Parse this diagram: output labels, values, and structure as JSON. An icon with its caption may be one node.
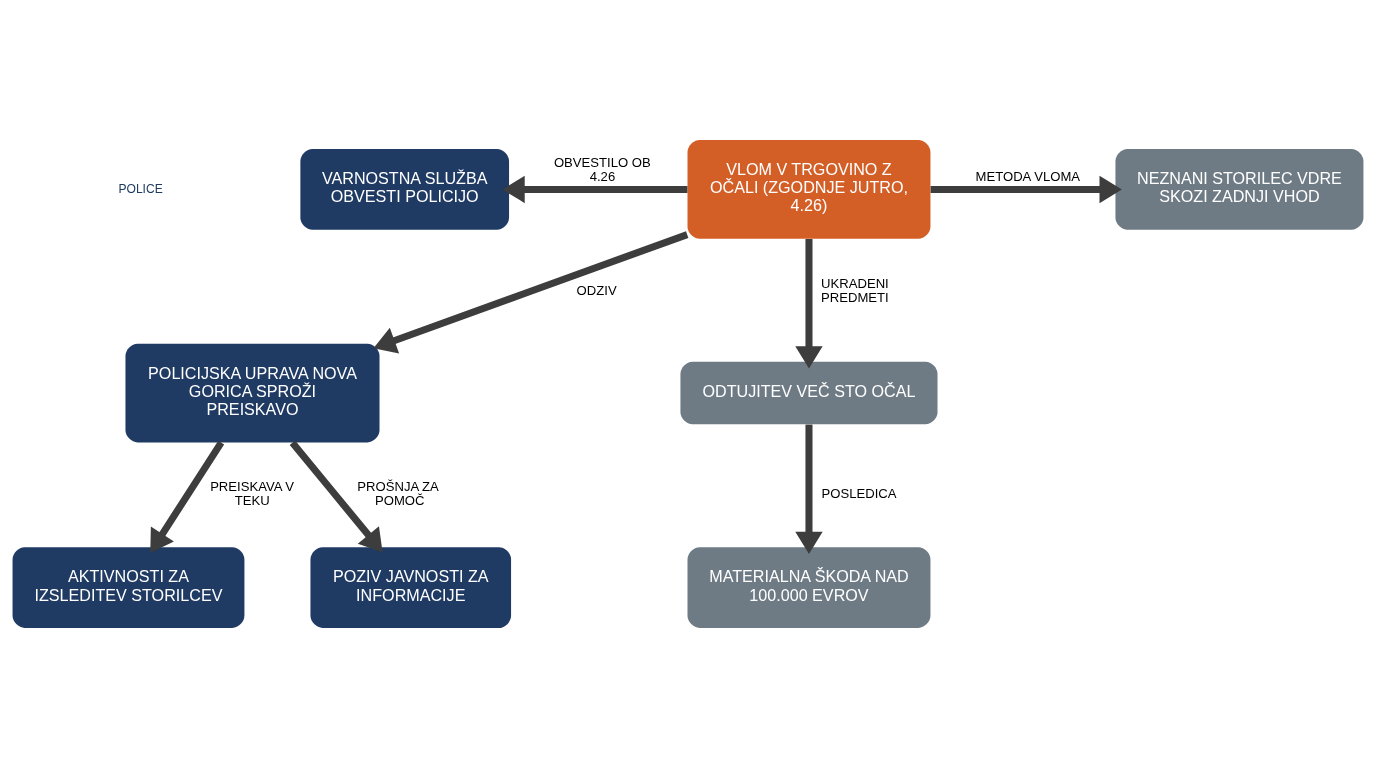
{
  "diagram": {
    "nodes": [
      {
        "text": [
          "VLOM V TRGOVINO Z OČALI (ZGODNJE JUTRO, 4.26)"
        ]
      },
      {
        "text": [
          "VARNOSTNA SLUŽBA OBVESTI POLICIJO"
        ]
      },
      {
        "text": [
          "NEZNANI STORILEC VDRE SKOZI ZADNJI VHOD"
        ]
      },
      {
        "text": [
          "ODTUJITEV VEČ STO OČAL"
        ]
      },
      {
        "text": [
          "POLICIJSKA UPRAVA NOVA GORICA SPROŽI PREISKAVO"
        ]
      },
      {
        "text": [
          "AKTIVNOSTI ZA IZSLEDITEV STORILCEV"
        ]
      },
      {
        "text": [
          "POZIV JAVNOSTI ZA INFORMACIJE"
        ]
      },
      {
        "text": [
          "MATERIALNA ŠKODA NAD 100.000 EVROV"
        ]
      }
    ],
    "edges": [
      {
        "from": 0,
        "to": 1,
        "arrow": "to",
        "label": "OBVESTILO OB 4.26"
      },
      {
        "from": 0,
        "to": 2,
        "arrow": "to",
        "label": "METODA VLOMA"
      },
      {
        "from": 0,
        "to": 4,
        "arrow": "to",
        "label": "ODZIV"
      },
      {
        "from": 0,
        "to": 3,
        "arrow": "to",
        "label": "UKRADENI PREDMETI"
      },
      {
        "from": 4,
        "to": 5,
        "arrow": "to",
        "label": "PREISKAVA V TEKU"
      },
      {
        "from": 4,
        "to": 6,
        "arrow": "to",
        "label": "PROŠNJA ZA POMOČ"
      },
      {
        "from": 3,
        "to": 7,
        "arrow": "to",
        "label": "POSLEDICA"
      }
    ],
    "labels": [
      "POLICE"
    ]
  }
}
